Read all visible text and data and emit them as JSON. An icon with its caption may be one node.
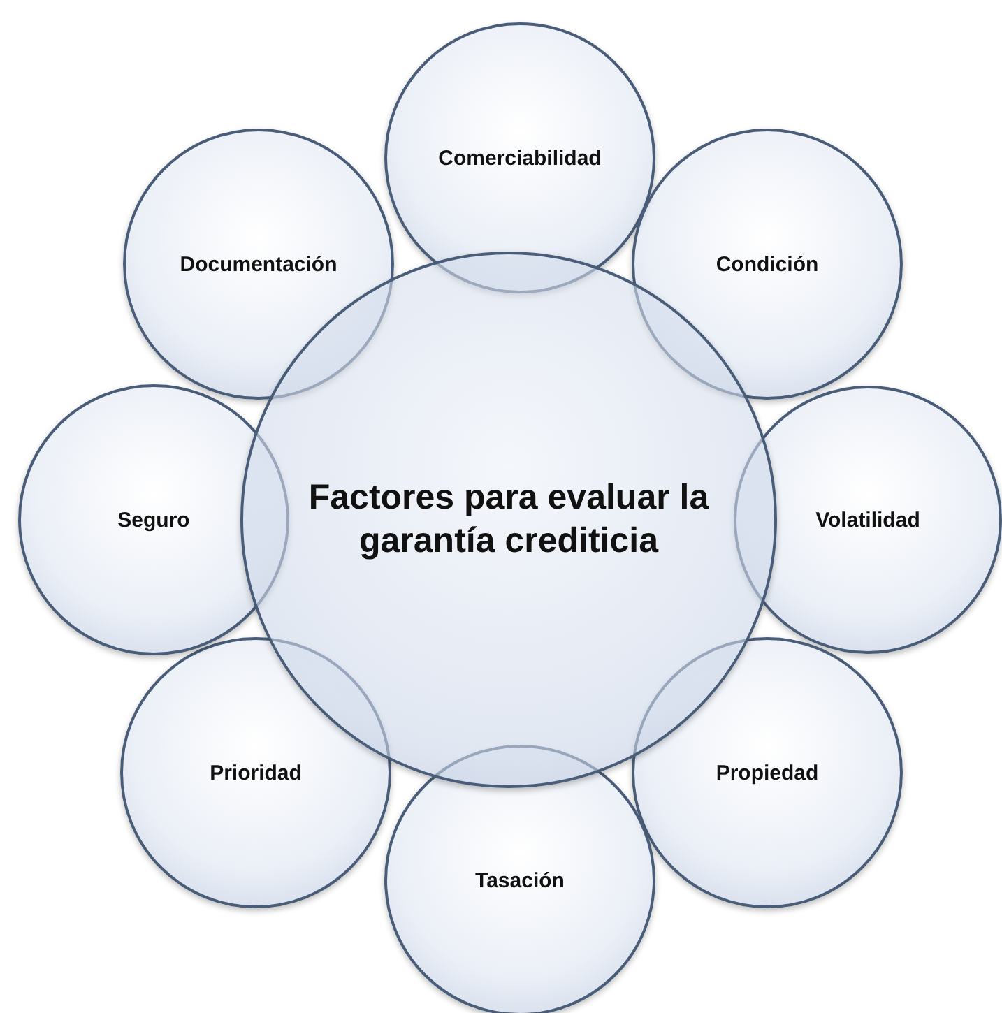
{
  "diagram": {
    "nodes": [
      {
        "text": [
          "Factores para evaluar la garantía crediticia"
        ]
      },
      {
        "text": [
          "Comerciabilidad"
        ]
      },
      {
        "text": [
          "Condición"
        ]
      },
      {
        "text": [
          "Volatilidad"
        ]
      },
      {
        "text": [
          "Propiedad"
        ]
      },
      {
        "text": [
          "Tasación"
        ]
      },
      {
        "text": [
          "Prioridad"
        ]
      },
      {
        "text": [
          "Seguro"
        ]
      },
      {
        "text": [
          "Documentación"
        ]
      }
    ]
  }
}
